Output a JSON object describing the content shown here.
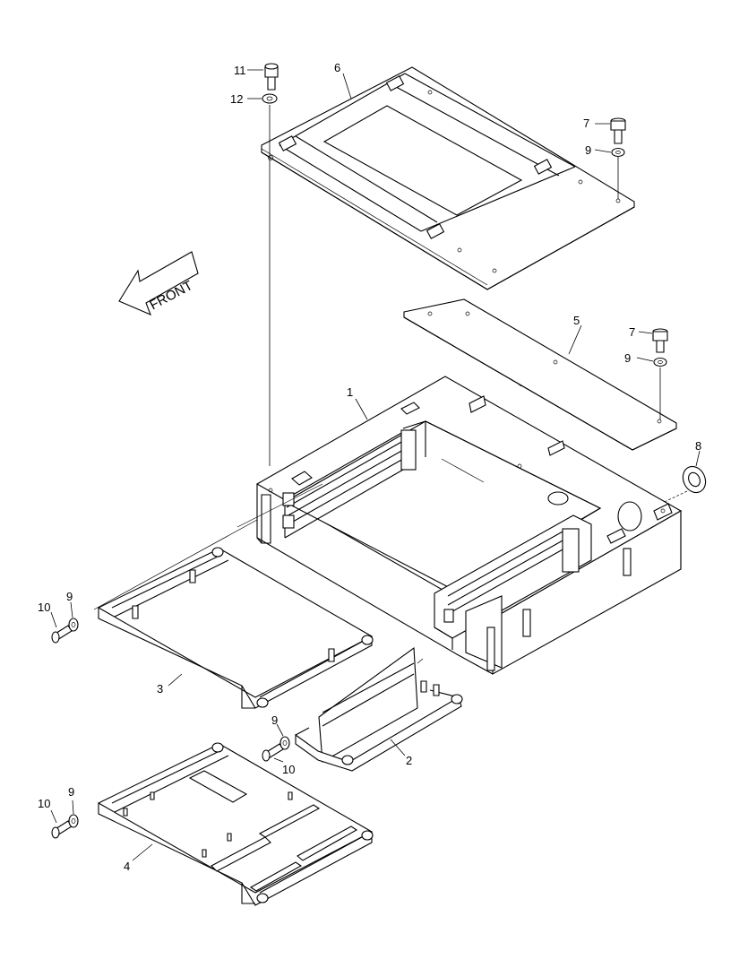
{
  "diagram": {
    "direction_label": "FRONT",
    "callouts": {
      "c1": "1",
      "c2": "2",
      "c3": "3",
      "c4": "4",
      "c5": "5",
      "c6": "6",
      "c7a": "7",
      "c7b": "7",
      "c8": "8",
      "c9a": "9",
      "c9b": "9",
      "c9c": "9",
      "c9d": "9",
      "c9e": "9",
      "c10a": "10",
      "c10b": "10",
      "c10c": "10",
      "c11": "11",
      "c12": "12"
    }
  }
}
